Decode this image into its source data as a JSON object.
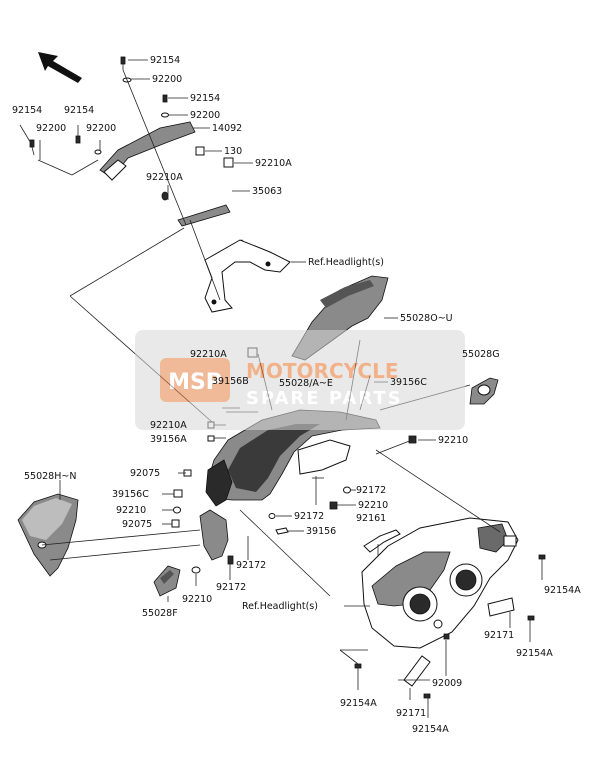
{
  "watermark": {
    "badge": "MSP",
    "title": "MOTORCYCLE",
    "subtitle": "SPARE PARTS",
    "accent_color": "#e8742a"
  },
  "labels": {
    "l92154a": "92154",
    "l92200a": "92200",
    "l92154b": "92154",
    "l92200b": "92200",
    "l92154c": "92154",
    "l92200c": "92200",
    "l92154d": "92154",
    "l92200d": "92200",
    "l14092": "14092",
    "l130": "130",
    "l92210A_a": "92210A",
    "l92210A_b": "92210A",
    "l35063": "35063",
    "lRefHeadlight1": "Ref.Headlight(s)",
    "l55028OU": "55028O~U",
    "l92210A_c": "92210A",
    "l55028G": "55028G",
    "l39156B": "39156B",
    "l55028AE": "55028/A~E",
    "l39156C_a": "39156C",
    "l92210A_d": "92210A",
    "l39156A": "39156A",
    "l92210_a": "92210",
    "l92075_a": "92075",
    "l55028HN": "55028H~N",
    "l92172_a": "92172",
    "l39156C_b": "39156C",
    "l92210_b": "92210",
    "l92210_c": "92210",
    "l92172_b": "92172",
    "l92075_b": "92075",
    "l39156": "39156",
    "l92161": "92161",
    "l92172_c": "92172",
    "l92172_d": "92172",
    "l92210_d": "92210",
    "l55028F": "55028F",
    "lRefHeadlight2": "Ref.Headlight(s)",
    "l92154A_a": "92154A",
    "l92171_a": "92171",
    "l92154A_b": "92154A",
    "l92009": "92009",
    "l92154A_c": "92154A",
    "l92171_b": "92171",
    "l92154A_d": "92154A"
  },
  "icons": {
    "direction": "front-arrow-icon"
  }
}
